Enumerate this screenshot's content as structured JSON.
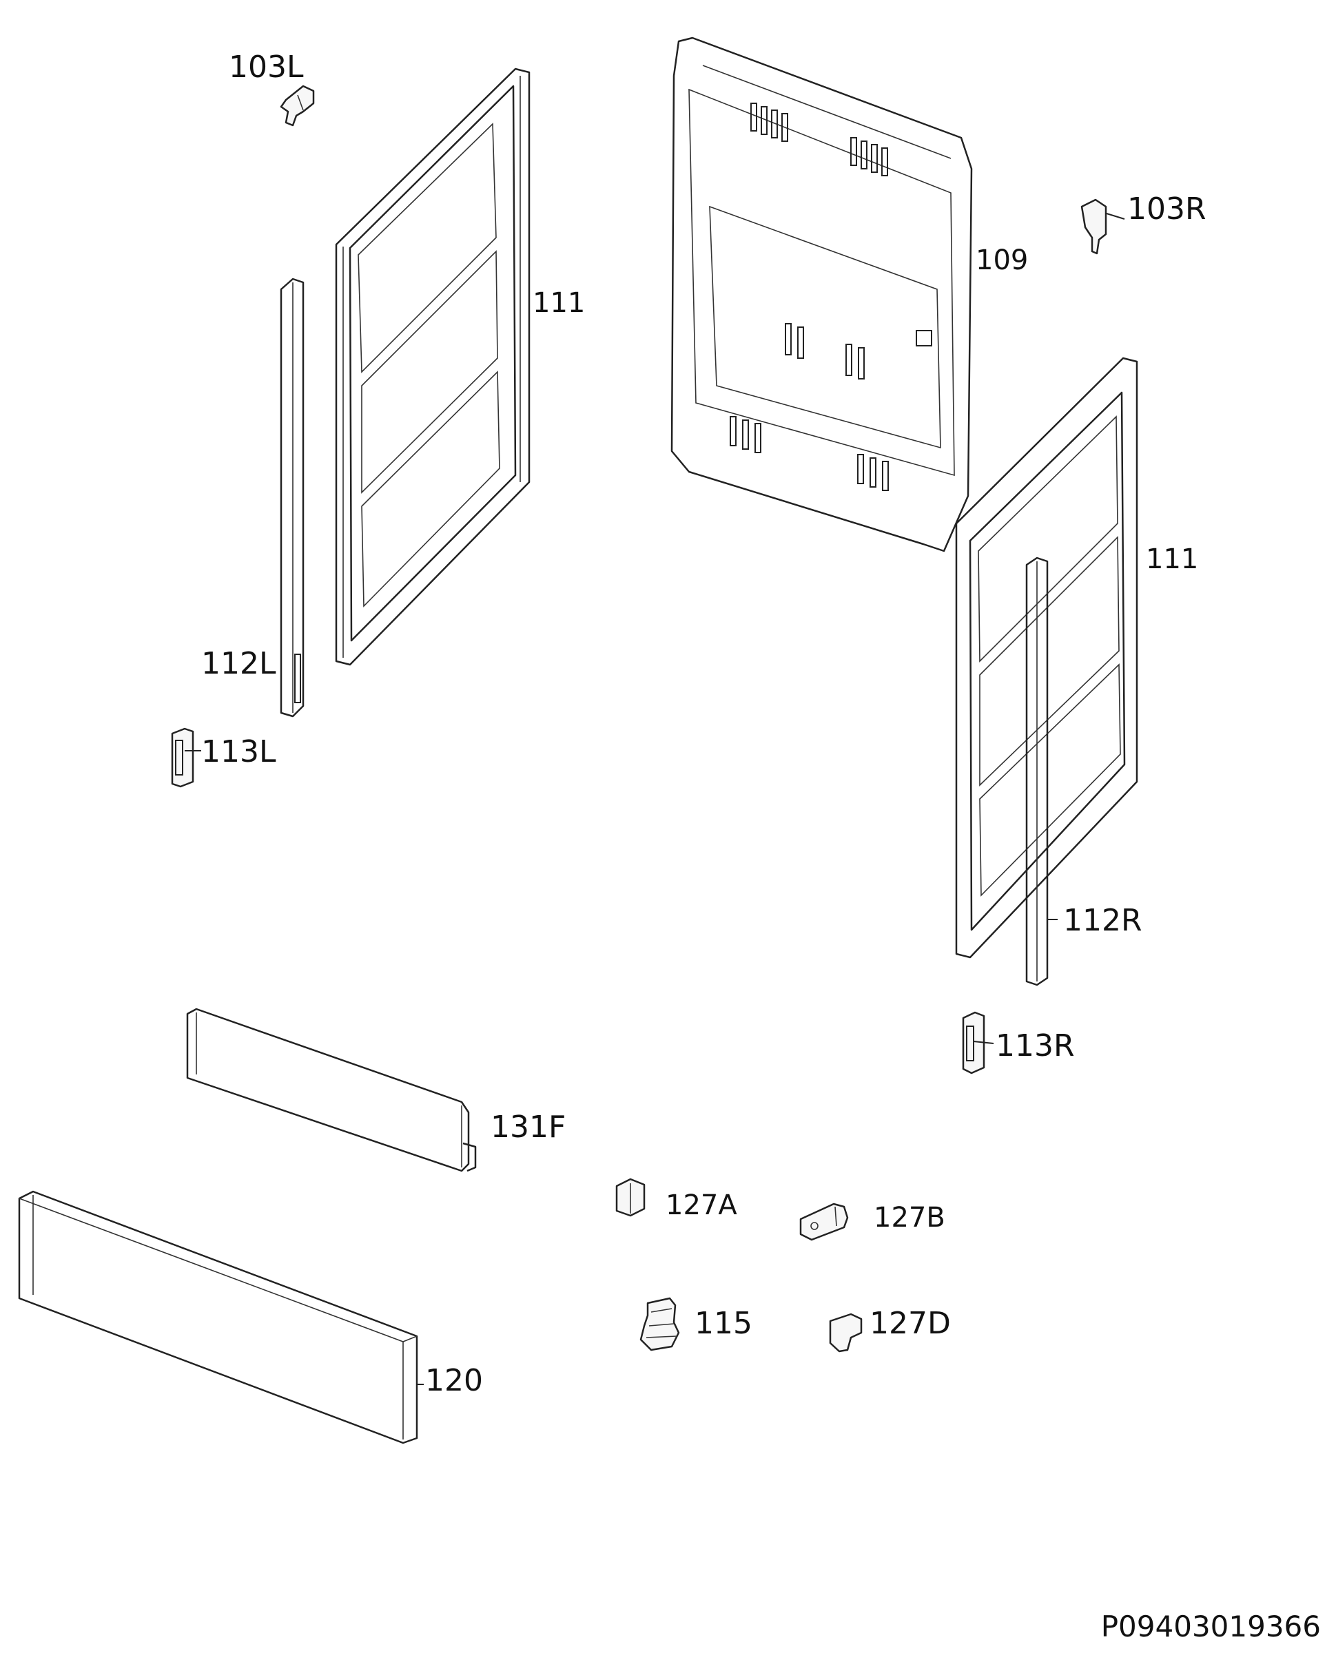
{
  "labels": {
    "l103L": "103L",
    "l103R": "103R",
    "l109": "109",
    "l111_left": "111",
    "l111_right": "111",
    "l112L": "112L",
    "l112R": "112R",
    "l113L": "113L",
    "l113R": "113R",
    "l131F": "131F",
    "l127A": "127A",
    "l127B": "127B",
    "l127D": "127D",
    "l115": "115",
    "l120": "120"
  },
  "document_id": "P09403019366"
}
